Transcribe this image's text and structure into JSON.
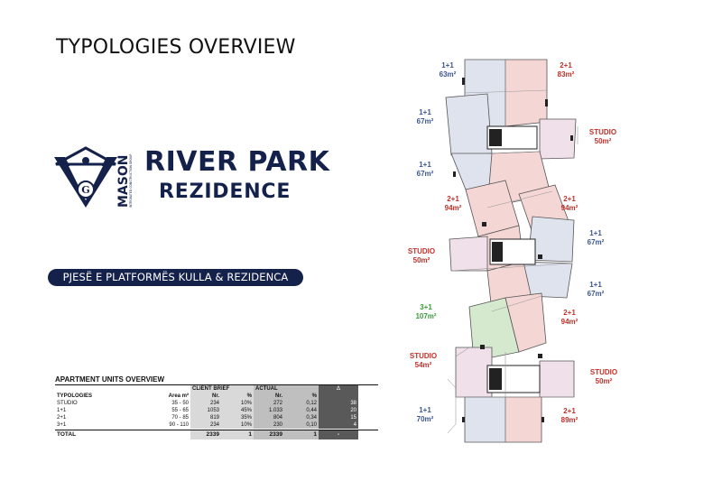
{
  "title": "TYPOLOGIES OVERVIEW",
  "brand": {
    "name_line1": "RIVER PARK",
    "name_line2": "REZIDENCE",
    "mason": "MASON",
    "mason_sub": "INTEGRATED CONSTRUCTION GROUP",
    "logo_letter": "G"
  },
  "tagline": "PJESË E PLATFORMËS KULLA & REZIDENCA",
  "table": {
    "title": "APARTMENT UNITS OVERVIEW",
    "group_headers": {
      "client_brief": "CLIENT BRIEF",
      "actual": "ACTUAL",
      "delta": "Δ"
    },
    "columns": [
      "TYPOLOGIES",
      "Area m²",
      "Nr.",
      "%",
      "Nr.",
      "%",
      ""
    ],
    "rows": [
      [
        "STUDIO",
        "35 - 50",
        "234",
        "10%",
        "272",
        "0,12",
        "38"
      ],
      [
        "1+1",
        "55 - 65",
        "1053",
        "45%",
        "1.033",
        "0,44",
        "20"
      ],
      [
        "2+1",
        "70 - 85",
        "819",
        "35%",
        "804",
        "0,34",
        "15"
      ],
      [
        "3+1",
        "90 - 110",
        "234",
        "10%",
        "230",
        "0,10",
        "4"
      ]
    ],
    "total": {
      "label": "TOTAL",
      "brief_nr": "2339",
      "brief_pct": "1",
      "actual_nr": "2339",
      "actual_pct": "1",
      "delta": "-"
    }
  },
  "units": [
    {
      "type": "1+1",
      "area": "63m²",
      "color": "blue"
    },
    {
      "type": "2+1",
      "area": "83m²",
      "color": "red"
    },
    {
      "type": "1+1",
      "area": "67m²",
      "color": "blue"
    },
    {
      "type": "STUDIO",
      "area": "50m²",
      "color": "red"
    },
    {
      "type": "1+1",
      "area": "67m²",
      "color": "blue"
    },
    {
      "type": "2+1",
      "area": "94m²",
      "color": "red"
    },
    {
      "type": "2+1",
      "area": "94m²",
      "color": "red"
    },
    {
      "type": "1+1",
      "area": "67m²",
      "color": "blue"
    },
    {
      "type": "STUDIO",
      "area": "50m²",
      "color": "red"
    },
    {
      "type": "1+1",
      "area": "67m²",
      "color": "blue"
    },
    {
      "type": "3+1",
      "area": "107m²",
      "color": "green"
    },
    {
      "type": "2+1",
      "area": "94m²",
      "color": "red"
    },
    {
      "type": "STUDIO",
      "area": "54m²",
      "color": "red"
    },
    {
      "type": "STUDIO",
      "area": "50m²",
      "color": "red"
    },
    {
      "type": "1+1",
      "area": "70m²",
      "color": "blue"
    },
    {
      "type": "2+1",
      "area": "89m²",
      "color": "red"
    }
  ],
  "colors": {
    "navy": "#14224b",
    "unit_blue": "#3b5590",
    "unit_red": "#c0302a",
    "unit_green": "#3a9a3a"
  }
}
